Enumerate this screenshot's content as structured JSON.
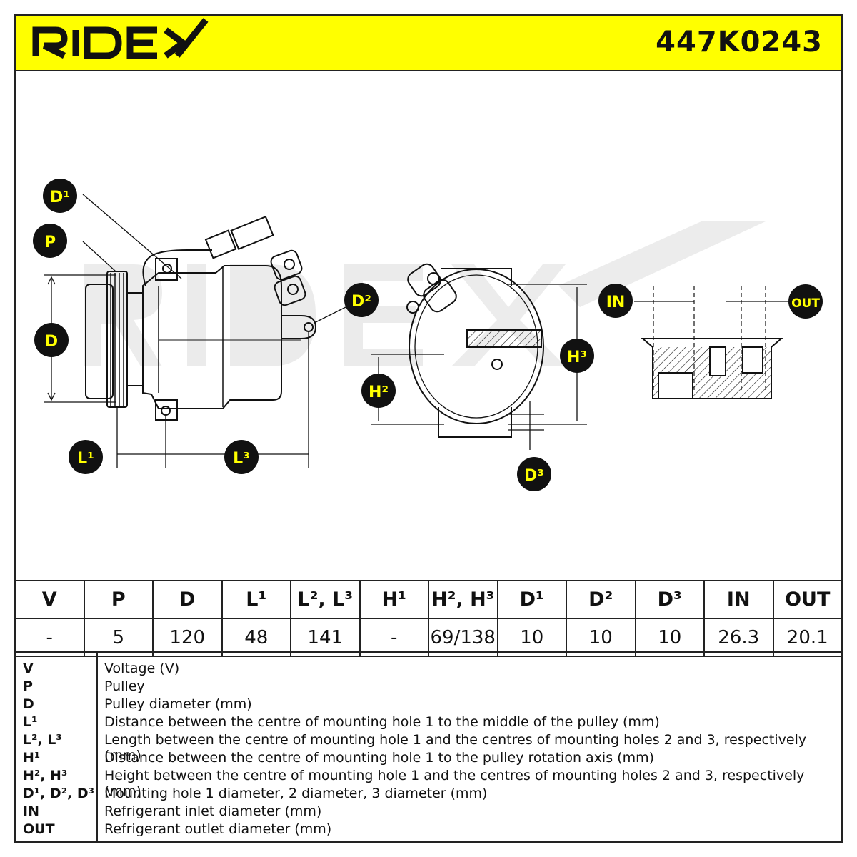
{
  "header": {
    "brand": "RIDEX",
    "part_number": "447K0243",
    "brand_color": "#111111",
    "header_color": "#ffff00"
  },
  "drawing": {
    "callouts": {
      "d1": "D¹",
      "p": "P",
      "d": "D",
      "d2": "D²",
      "l1": "L¹",
      "l3": "L³",
      "h2": "H²",
      "h3": "H³",
      "d3": "D³",
      "in": "IN",
      "out": "OUT"
    },
    "callout_fill": "#111111",
    "callout_text_color": "#ffff00"
  },
  "spec_table": {
    "headers": [
      "V",
      "P",
      "D",
      "L¹",
      "L², L³",
      "H¹",
      "H², H³",
      "D¹",
      "D²",
      "D³",
      "IN",
      "OUT"
    ],
    "values": [
      "-",
      "5",
      "120",
      "48",
      "141",
      "-",
      "69/138",
      "10",
      "10",
      "10",
      "26.3",
      "20.1"
    ]
  },
  "legend": [
    {
      "key": "V",
      "text": "Voltage (V)"
    },
    {
      "key": "P",
      "text": "Pulley"
    },
    {
      "key": "D",
      "text": "Pulley diameter (mm)"
    },
    {
      "key": "L¹",
      "text": "Distance between the centre of mounting hole 1 to the middle of the pulley (mm)"
    },
    {
      "key": "L², L³",
      "text": "Length between the centre of mounting hole 1 and the centres of mounting holes 2 and 3, respectively (mm)"
    },
    {
      "key": "H¹",
      "text": "Distance between the centre of mounting hole 1 to the pulley rotation axis (mm)"
    },
    {
      "key": "H², H³",
      "text": "Height between the centre of mounting hole 1 and the centres of mounting holes 2 and 3, respectively (mm)"
    },
    {
      "key": "D¹, D², D³",
      "text": "Mounting hole 1 diameter, 2 diameter, 3 diameter (mm)"
    },
    {
      "key": "IN",
      "text": "Refrigerant inlet diameter (mm)"
    },
    {
      "key": "OUT",
      "text": "Refrigerant outlet diameter (mm)"
    }
  ]
}
